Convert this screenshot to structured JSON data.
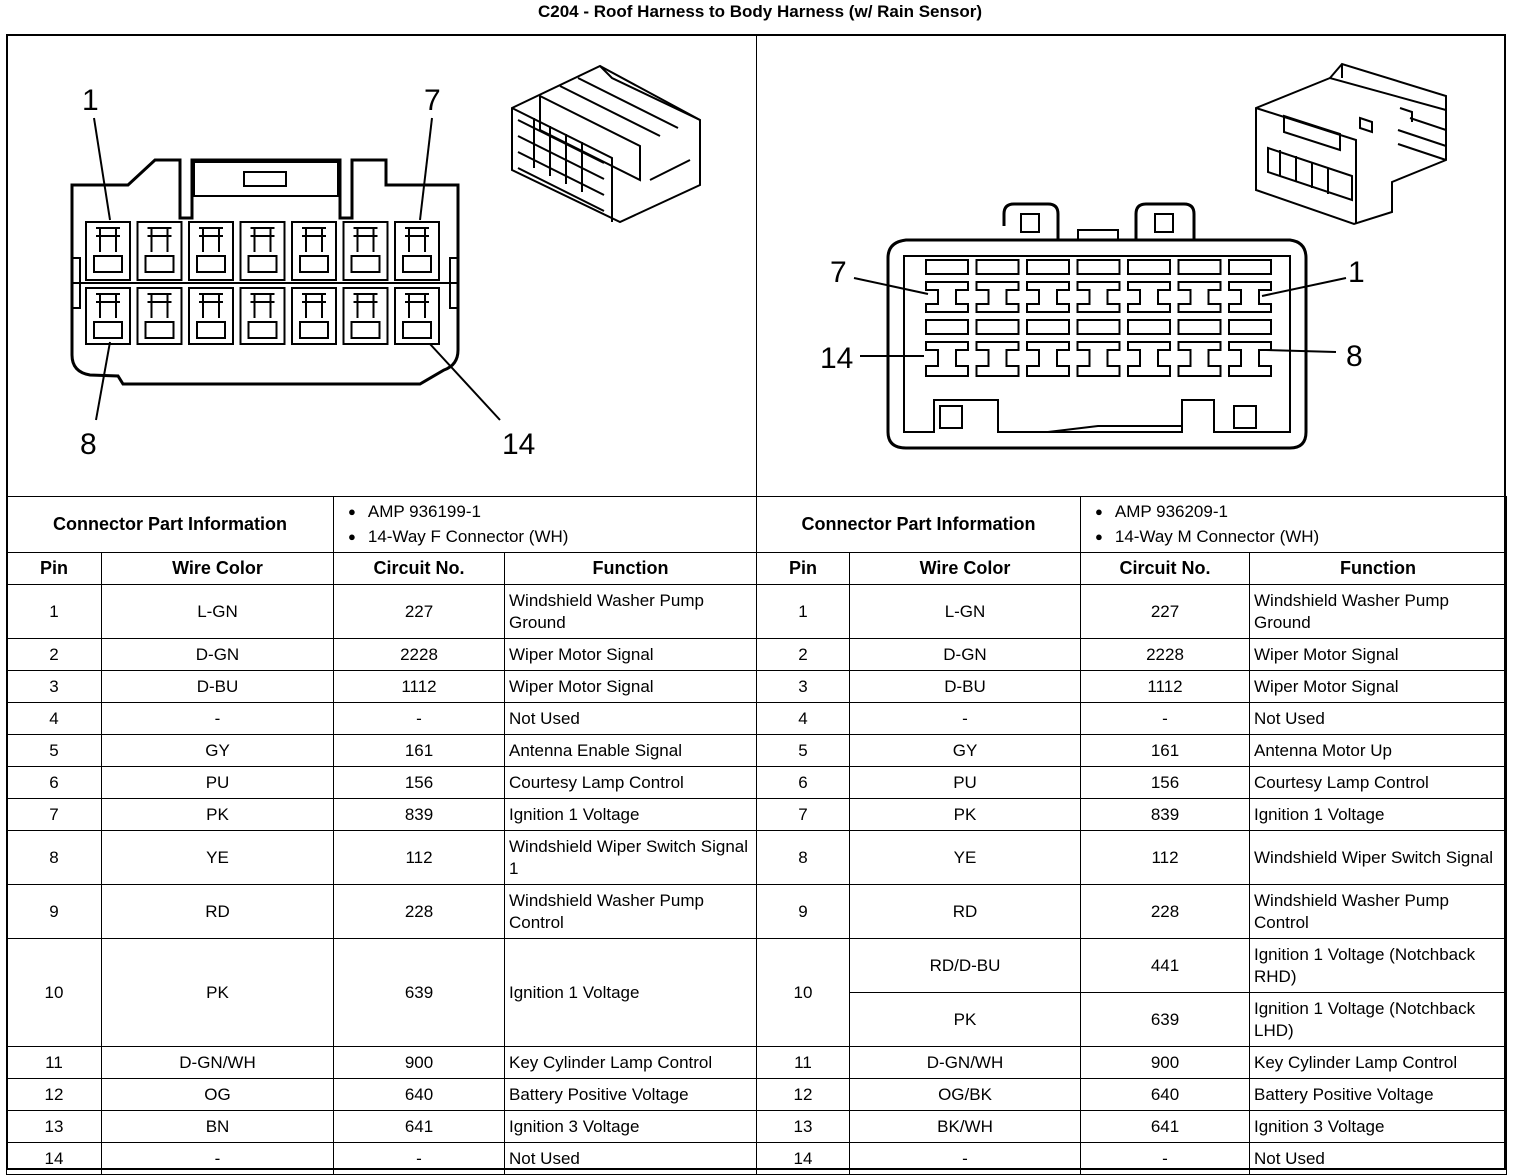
{
  "title": "C204 - Roof Harness to Body Harness (w/ Rain Sensor)",
  "left": {
    "pin_labels": {
      "tl": "1",
      "tr": "7",
      "bl": "8",
      "br": "14"
    },
    "connector_info_label": "Connector Part Information",
    "connector_info": [
      "AMP 936199-1",
      "14-Way F Connector (WH)"
    ],
    "headers": [
      "Pin",
      "Wire Color",
      "Circuit No.",
      "Function"
    ],
    "rows": [
      {
        "pin": "1",
        "wire": "L-GN",
        "circuit": "227",
        "function": "Windshield Washer Pump Ground"
      },
      {
        "pin": "2",
        "wire": "D-GN",
        "circuit": "2228",
        "function": "Wiper Motor Signal"
      },
      {
        "pin": "3",
        "wire": "D-BU",
        "circuit": "1112",
        "function": "Wiper Motor Signal"
      },
      {
        "pin": "4",
        "wire": "-",
        "circuit": "-",
        "function": "Not Used"
      },
      {
        "pin": "5",
        "wire": "GY",
        "circuit": "161",
        "function": "Antenna Enable Signal"
      },
      {
        "pin": "6",
        "wire": "PU",
        "circuit": "156",
        "function": "Courtesy Lamp Control"
      },
      {
        "pin": "7",
        "wire": "PK",
        "circuit": "839",
        "function": "Ignition 1 Voltage"
      },
      {
        "pin": "8",
        "wire": "YE",
        "circuit": "112",
        "function": "Windshield Wiper Switch Signal 1"
      },
      {
        "pin": "9",
        "wire": "RD",
        "circuit": "228",
        "function": "Windshield Washer Pump Control"
      },
      {
        "pin": "10",
        "wire": "PK",
        "circuit": "639",
        "function": "Ignition 1 Voltage"
      },
      {
        "pin": "11",
        "wire": "D-GN/WH",
        "circuit": "900",
        "function": "Key Cylinder Lamp Control"
      },
      {
        "pin": "12",
        "wire": "OG",
        "circuit": "640",
        "function": "Battery Positive Voltage"
      },
      {
        "pin": "13",
        "wire": "BN",
        "circuit": "641",
        "function": "Ignition 3 Voltage"
      },
      {
        "pin": "14",
        "wire": "-",
        "circuit": "-",
        "function": "Not Used"
      }
    ]
  },
  "right": {
    "pin_labels": {
      "tl": "7",
      "tr": "1",
      "bl": "14",
      "br": "8"
    },
    "connector_info_label": "Connector Part Information",
    "connector_info": [
      "AMP 936209-1",
      "14-Way M Connector (WH)"
    ],
    "headers": [
      "Pin",
      "Wire Color",
      "Circuit No.",
      "Function"
    ],
    "rows": [
      {
        "pin": "1",
        "wire": "L-GN",
        "circuit": "227",
        "function": "Windshield Washer Pump Ground"
      },
      {
        "pin": "2",
        "wire": "D-GN",
        "circuit": "2228",
        "function": "Wiper Motor Signal"
      },
      {
        "pin": "3",
        "wire": "D-BU",
        "circuit": "1112",
        "function": "Wiper Motor Signal"
      },
      {
        "pin": "4",
        "wire": "-",
        "circuit": "-",
        "function": "Not Used"
      },
      {
        "pin": "5",
        "wire": "GY",
        "circuit": "161",
        "function": "Antenna Motor Up"
      },
      {
        "pin": "6",
        "wire": "PU",
        "circuit": "156",
        "function": "Courtesy Lamp Control"
      },
      {
        "pin": "7",
        "wire": "PK",
        "circuit": "839",
        "function": "Ignition 1 Voltage"
      },
      {
        "pin": "8",
        "wire": "YE",
        "circuit": "112",
        "function": "Windshield Wiper Switch Signal"
      },
      {
        "pin": "9",
        "wire": "RD",
        "circuit": "228",
        "function": "Windshield Washer Pump Control"
      },
      {
        "pin": "10",
        "wire": "RD/D-BU",
        "circuit": "441",
        "function": "Ignition 1 Voltage (Notchback RHD)"
      },
      {
        "pin": "",
        "wire": "PK",
        "circuit": "639",
        "function": "Ignition 1 Voltage (Notchback LHD)"
      },
      {
        "pin": "11",
        "wire": "D-GN/WH",
        "circuit": "900",
        "function": "Key Cylinder Lamp Control"
      },
      {
        "pin": "12",
        "wire": "OG/BK",
        "circuit": "640",
        "function": "Battery Positive Voltage"
      },
      {
        "pin": "13",
        "wire": "BK/WH",
        "circuit": "641",
        "function": "Ignition 3 Voltage"
      },
      {
        "pin": "14",
        "wire": "-",
        "circuit": "-",
        "function": "Not Used"
      }
    ]
  }
}
